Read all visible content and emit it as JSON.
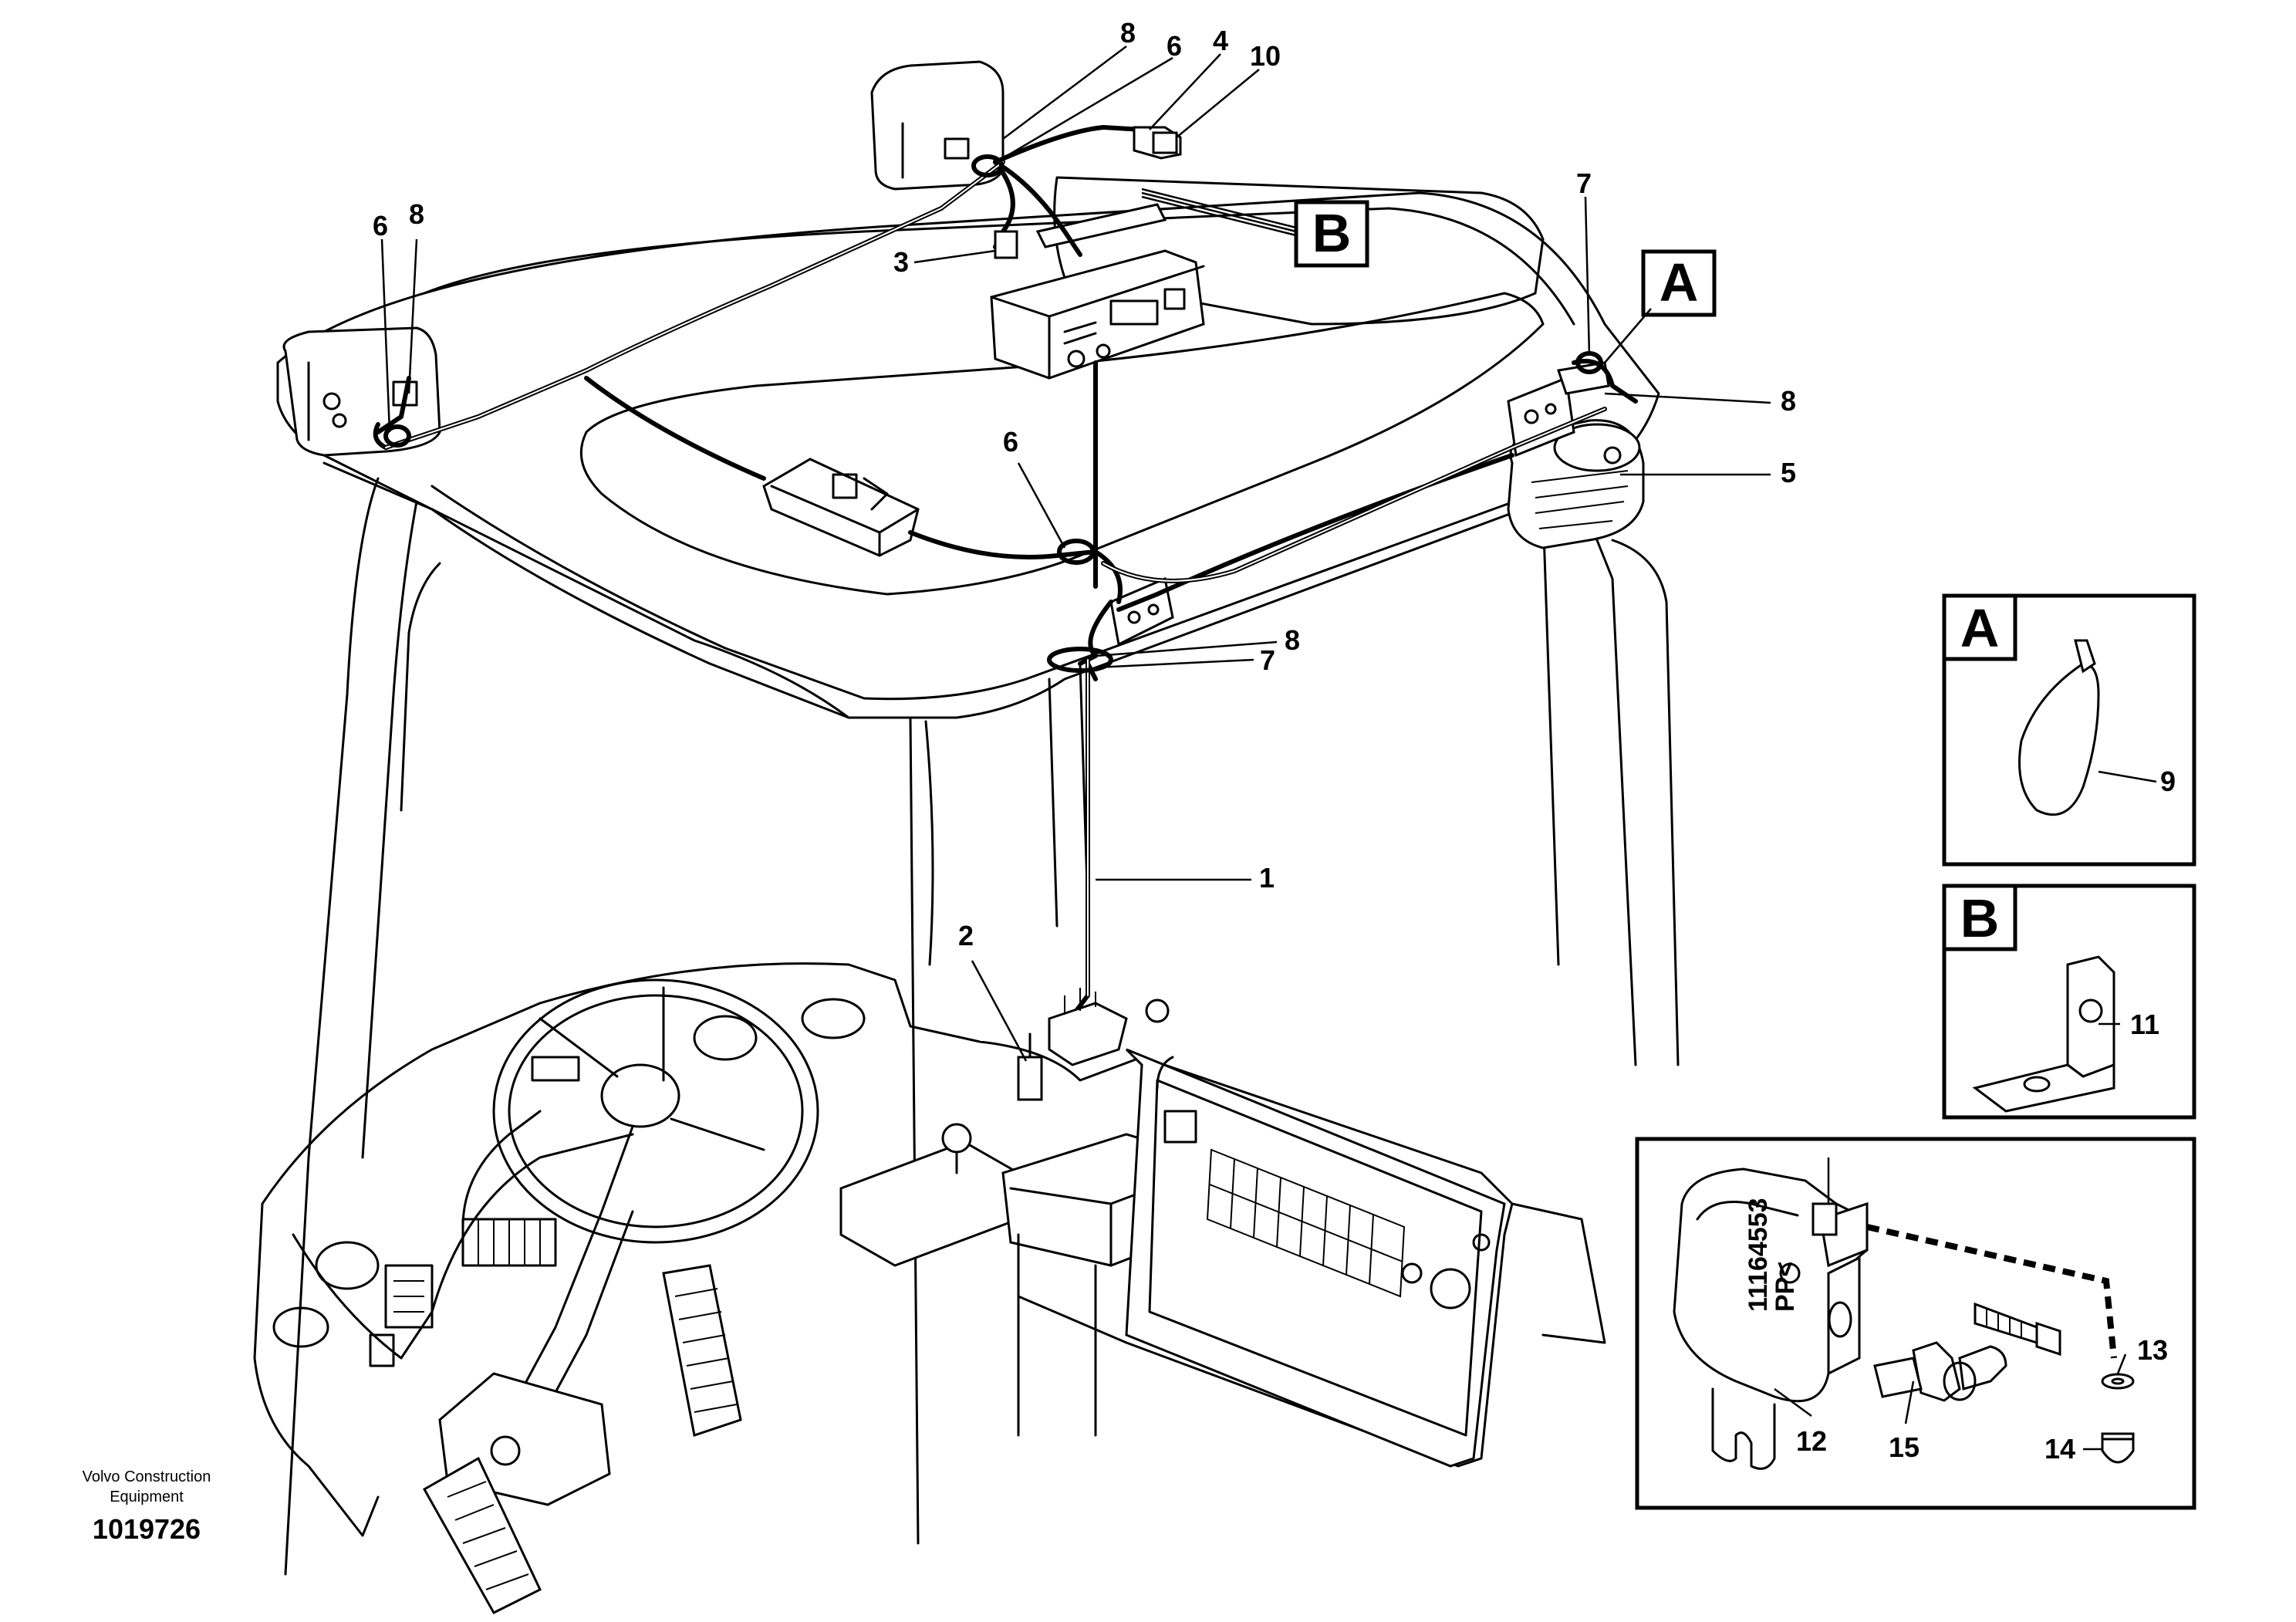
{
  "callouts": {
    "c1": "1",
    "c2": "2",
    "c3": "3",
    "c4": "4",
    "c5": "5",
    "c6a": "6",
    "c6b": "6",
    "c6c": "6",
    "c7a": "7",
    "c7b": "7",
    "c8a": "8",
    "c8b": "8",
    "c8c": "8",
    "c8d": "8",
    "c9": "9",
    "c10": "10",
    "c11": "11",
    "c12": "12",
    "c13": "13",
    "c14": "14",
    "c15": "15"
  },
  "detail_refs": {
    "a": "A",
    "b": "B"
  },
  "detail_boxes": {
    "a": "A",
    "b": "B"
  },
  "stamp": {
    "line1": "11164553",
    "line2": "PP<"
  },
  "footer": {
    "company_line1": "Volvo Construction",
    "company_line2": "Equipment",
    "figure_number": "1019726"
  }
}
